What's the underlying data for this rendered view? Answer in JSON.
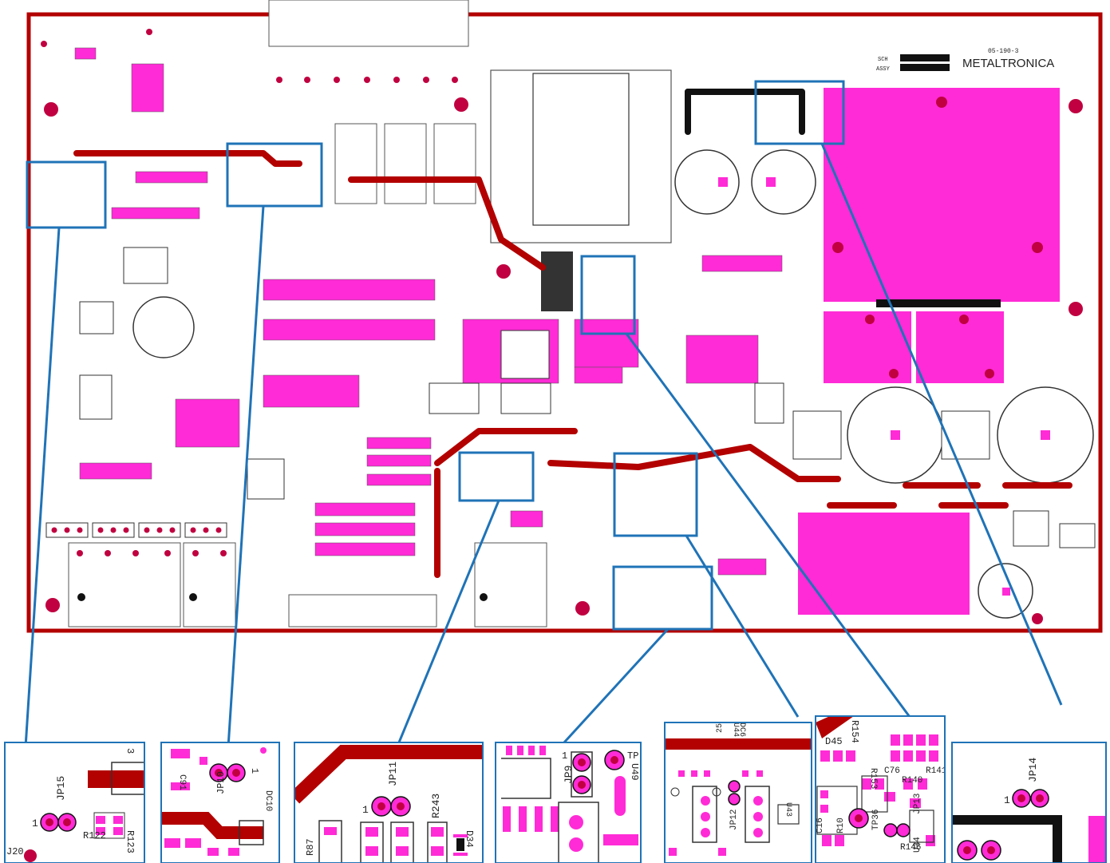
{
  "board": {
    "brand": "METALTRONICA",
    "code": "05-190-3",
    "sch_label": "SCH",
    "assy_label": "ASSY",
    "colors": {
      "outline": "#b30000",
      "trace": "#b30000",
      "pad": "#ff00ff",
      "hole": "#c00040",
      "silk": "#333333",
      "callout": "#1f73b7"
    }
  },
  "callouts": [
    {
      "id": "jp15",
      "title": "JP15",
      "labels": [
        "1",
        "R122",
        "R123",
        "J20",
        "3"
      ]
    },
    {
      "id": "jp10",
      "title": "JP10",
      "labels": [
        "C91",
        "1",
        "DC10"
      ]
    },
    {
      "id": "jp11",
      "title": "JP11",
      "labels": [
        "1",
        "R243",
        "D34",
        "R87"
      ]
    },
    {
      "id": "jp9",
      "title": "JP9",
      "labels": [
        "1",
        "TP",
        "U49"
      ]
    },
    {
      "id": "jp12",
      "title": "JP12",
      "labels": [
        "U44",
        "DC6",
        "25",
        "U43"
      ]
    },
    {
      "id": "jp13",
      "title": "JP13",
      "labels": [
        "R154",
        "D45",
        "R153",
        "C76",
        "R140",
        "R141",
        "TP36",
        "U34",
        "R146",
        "C16",
        "R10"
      ]
    },
    {
      "id": "jp14",
      "title": "JP14",
      "labels": [
        "1"
      ]
    }
  ]
}
